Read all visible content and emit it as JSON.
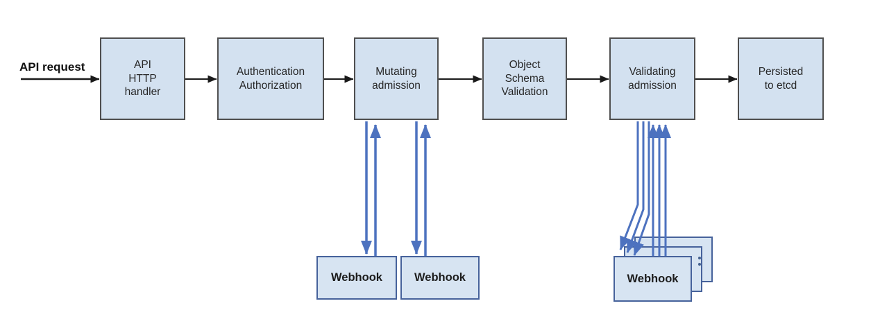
{
  "diagram": {
    "request_label": "API request",
    "pipeline": [
      {
        "id": "api-http-handler",
        "label": "API\nHTTP\nhandler"
      },
      {
        "id": "authentication-authorization",
        "label": "Authentication\nAuthorization"
      },
      {
        "id": "mutating-admission",
        "label": "Mutating\nadmission"
      },
      {
        "id": "object-schema-validation",
        "label": "Object\nSchema\nValidation"
      },
      {
        "id": "validating-admission",
        "label": "Validating\nadmission"
      },
      {
        "id": "persisted-to-etcd",
        "label": "Persisted\nto etcd"
      }
    ],
    "mutating_webhooks": [
      {
        "label": "Webhook"
      },
      {
        "label": "Webhook"
      }
    ],
    "validating_webhooks": [
      {
        "label": "Webhook"
      }
    ],
    "colors": {
      "node_fill": "#d3e1f0",
      "node_border": "#4f4f4f",
      "webhook_fill": "#d7e4f2",
      "webhook_border": "#46629b",
      "arrow_blue": "#4d72bf",
      "arrow_black": "#1a1a1a"
    }
  }
}
